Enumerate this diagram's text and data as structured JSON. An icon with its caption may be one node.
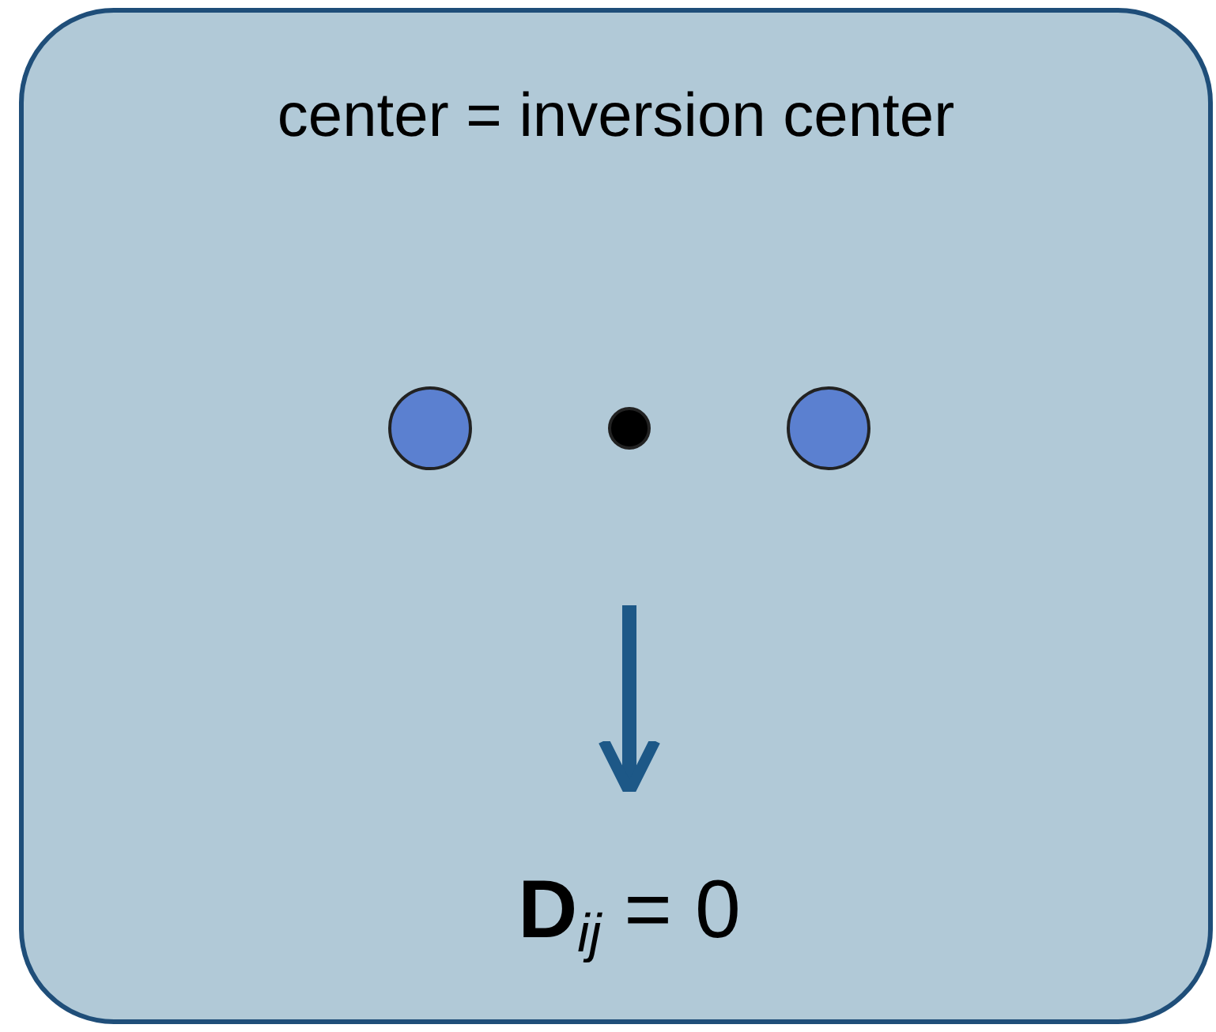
{
  "diagram": {
    "nodes": [
      {
        "text": [
          "center = inversion center"
        ]
      },
      {
        "text": [],
        "shape": "circle",
        "in": 0
      },
      {
        "text": [],
        "shape": "circle",
        "in": 0
      },
      {
        "text": [],
        "shape": "circle",
        "in": 0
      },
      {
        "text": [
          "**D**$_{ij}$ = 0"
        ],
        "in": 0
      }
    ],
    "edges": [
      {
        "from": null,
        "to": 4,
        "arrow": "to"
      }
    ]
  }
}
